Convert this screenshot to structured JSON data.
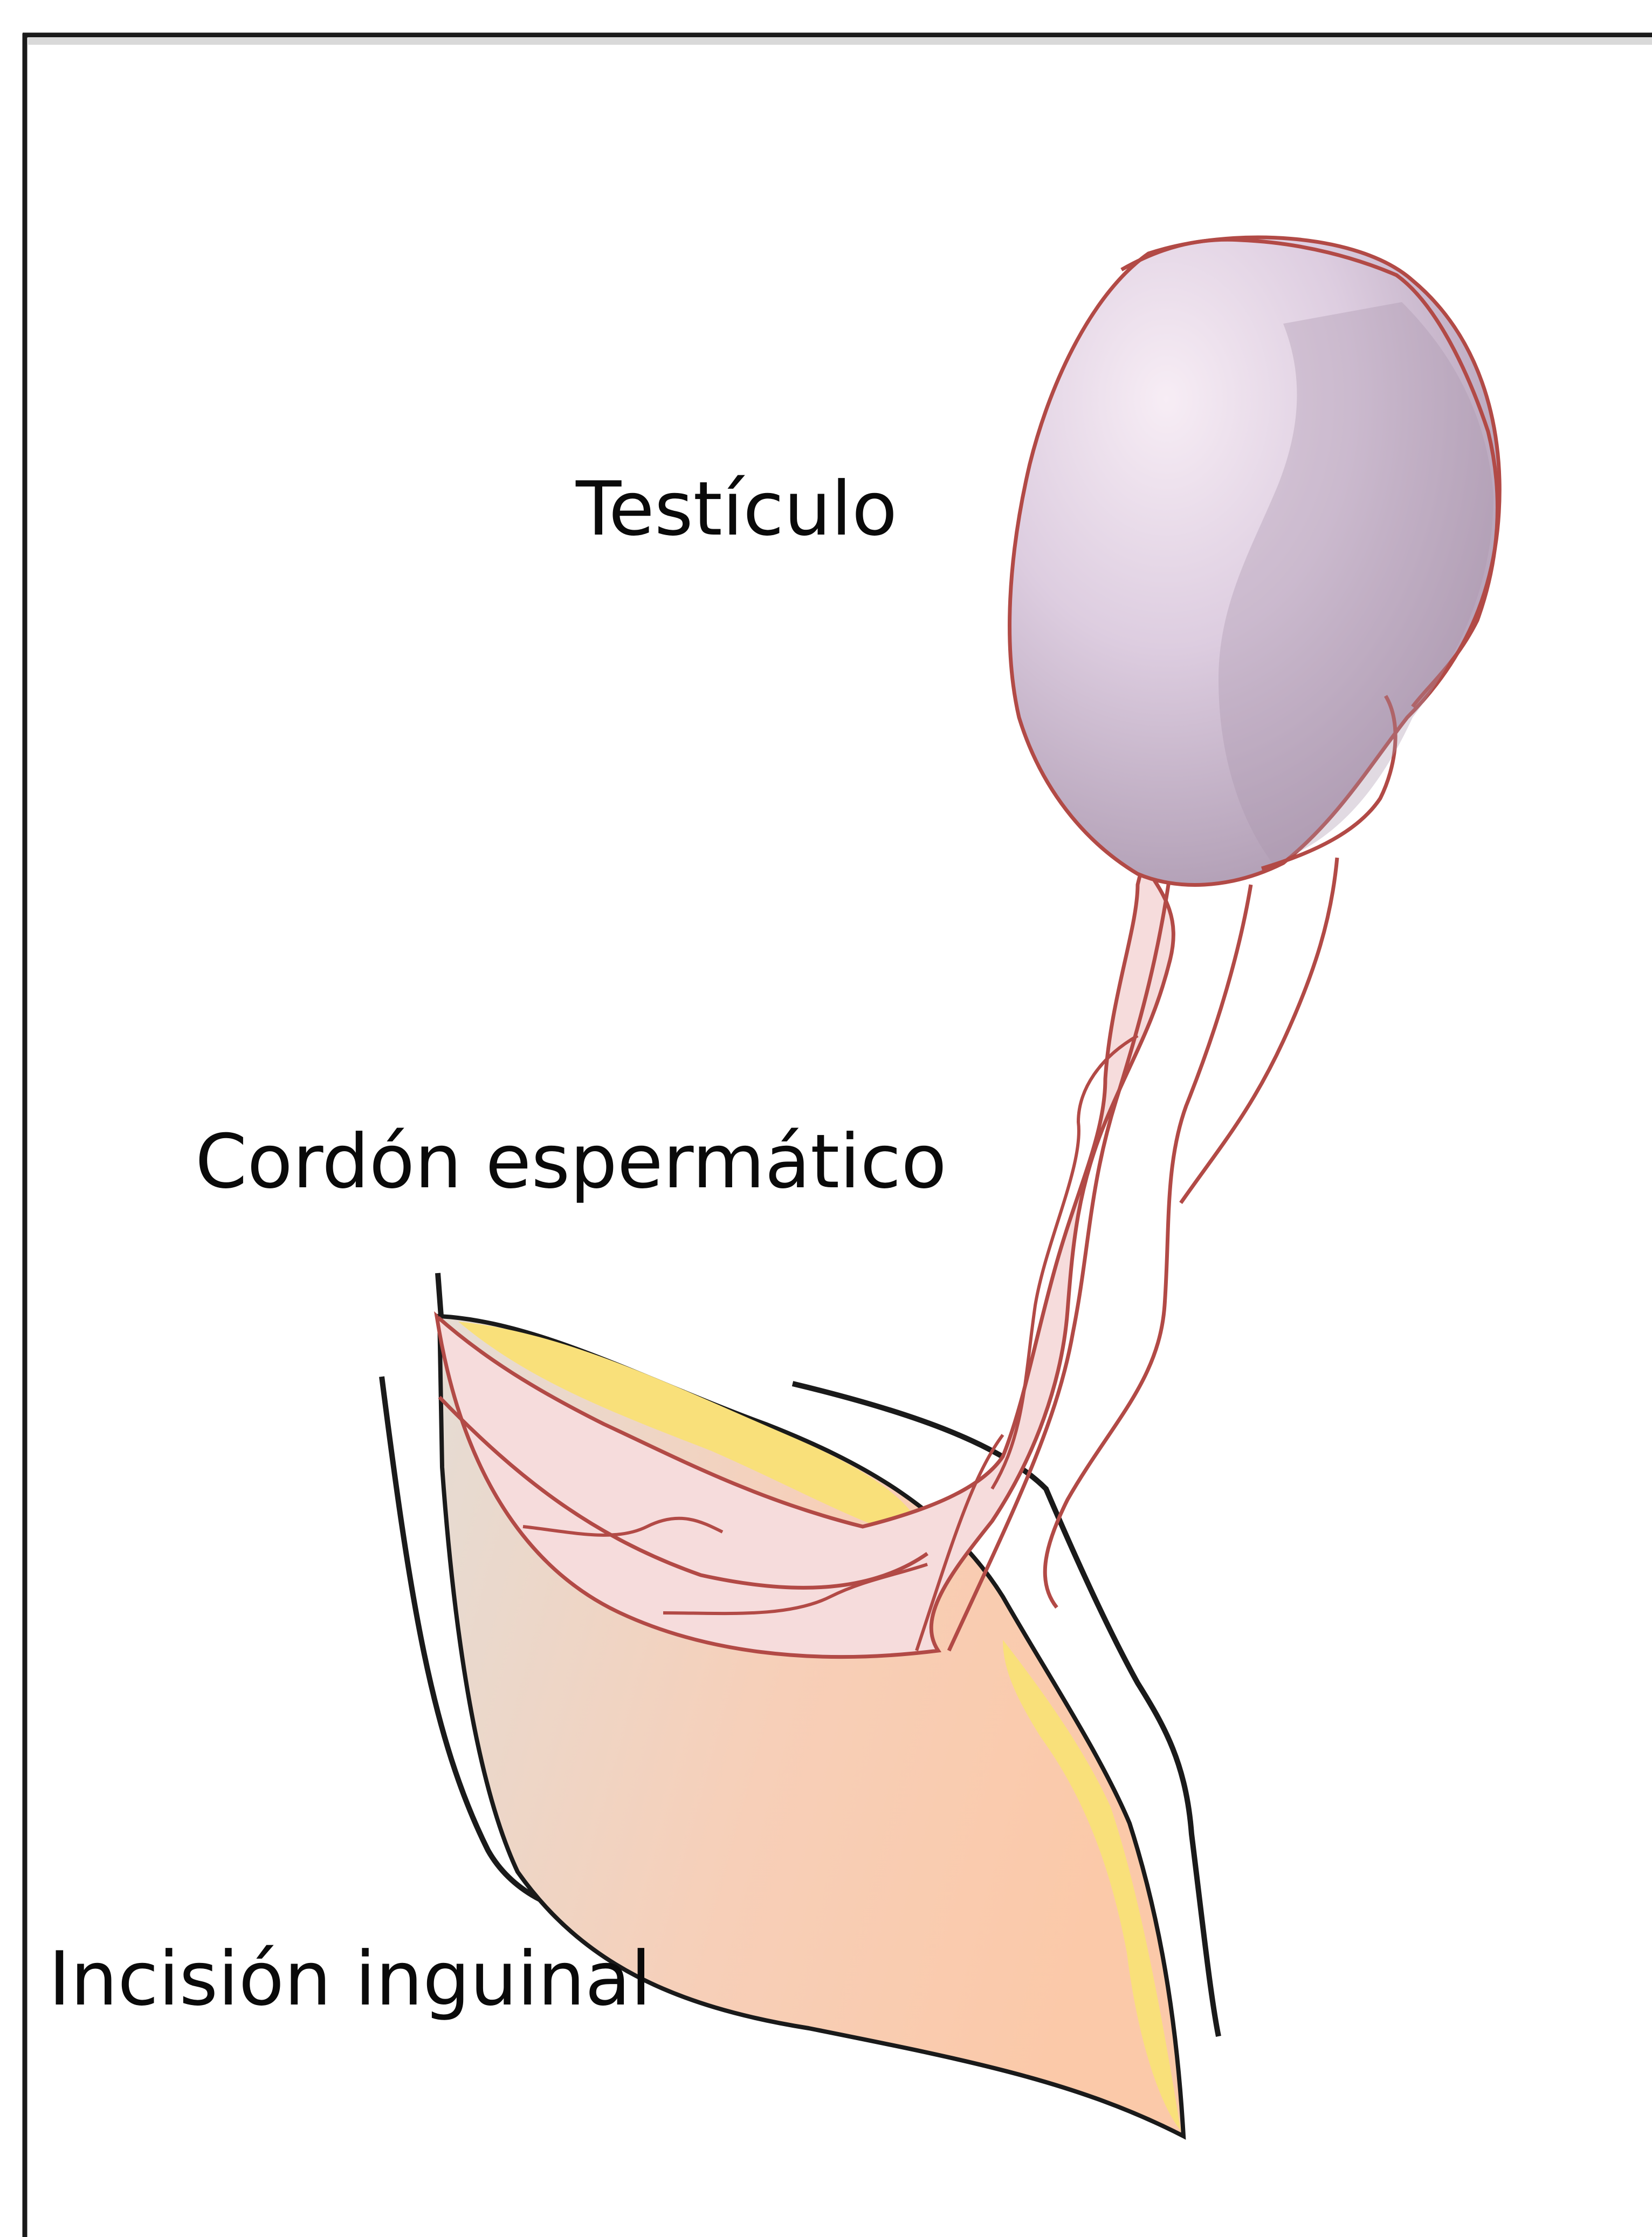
{
  "labels": {
    "testicle": "Testículo",
    "spermatic_cord": "Cordón espermático",
    "incision": "Incisión inguinal"
  },
  "colors": {
    "frame": "#1a1a1a",
    "outline": "#b24a46",
    "ink": "#1a1a1a",
    "testicle_fill_light": "#f2e6f0",
    "testicle_fill_dark": "#b8a6bc",
    "cord_fill": "#f6dcdc",
    "incision_fill_light": "#e8dbd2",
    "incision_fill_warm": "#fbcfb5",
    "fat_layer": "#f9e07a"
  }
}
